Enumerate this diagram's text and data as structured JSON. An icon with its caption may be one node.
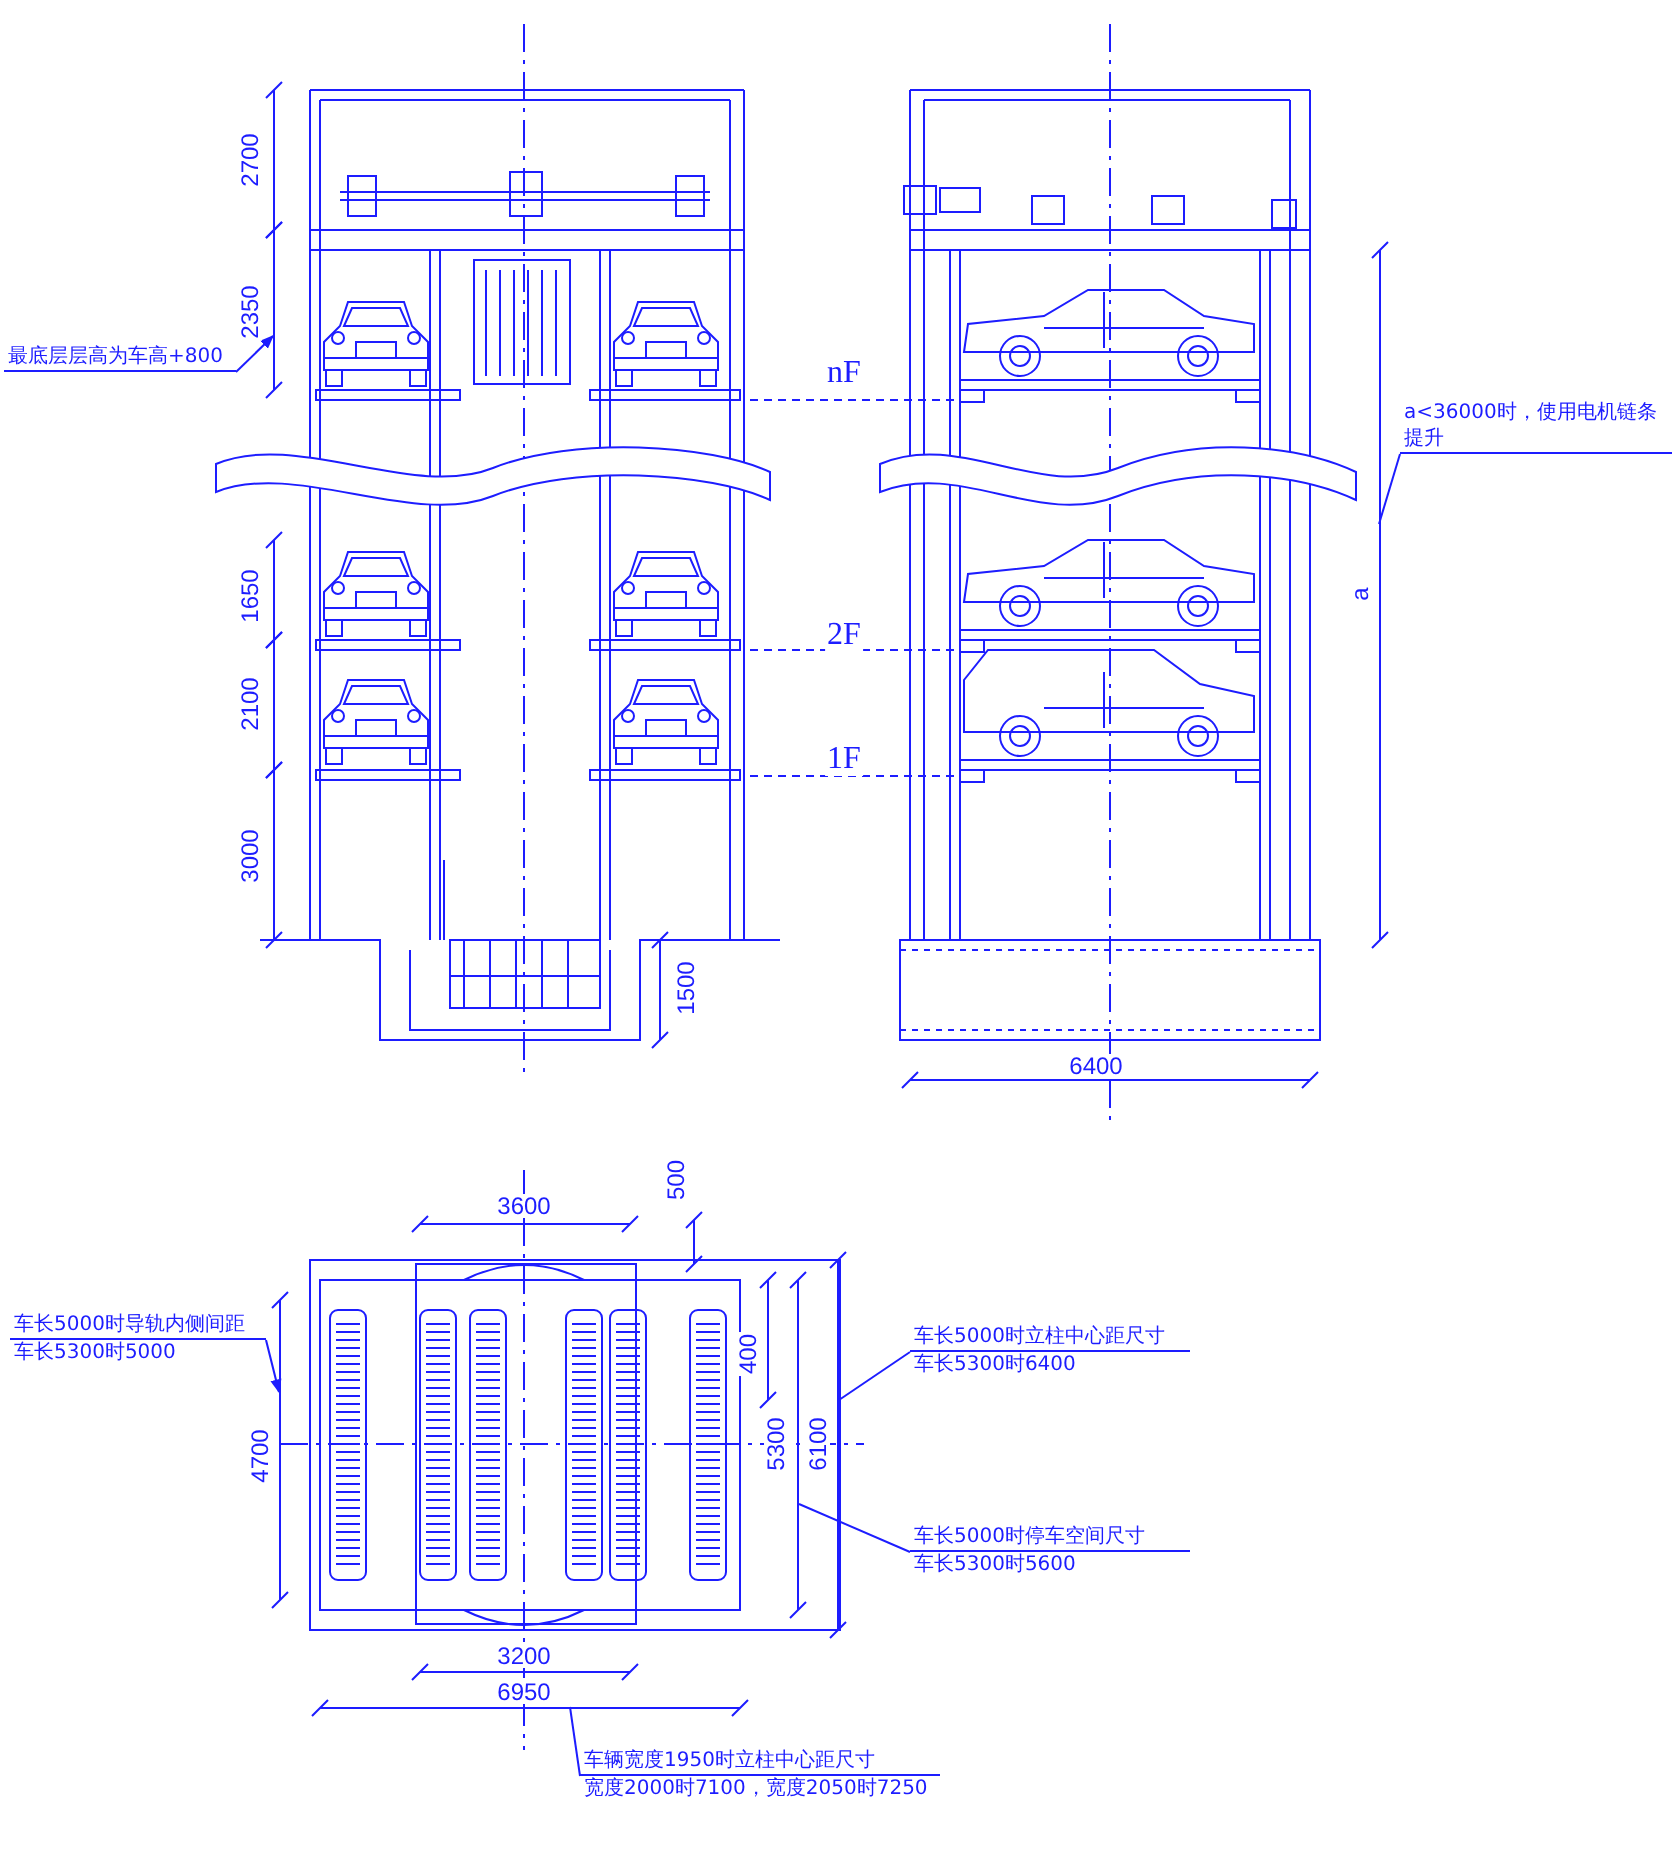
{
  "diagram": {
    "nodes": [
      {
        "text": [
          "最底层层高为车高+800"
        ]
      },
      {
        "text": [
          "a<36000时，使用电机链条提升"
        ]
      },
      {
        "text": [
          "车长5000时导轨内侧间距",
          "车长5300时5000"
        ]
      },
      {
        "text": [
          "车长5000时立柱中心距尺寸",
          "车长5300时6400"
        ]
      },
      {
        "text": [
          "车长5000时停车空间尺寸",
          "车长5300时5600"
        ]
      },
      {
        "text": [
          "车辆宽度1950时立柱中心距尺寸",
          "宽度2000时7100，宽度2050时7250"
        ]
      },
      {
        "text": [],
        "shape": "line",
        "beside": [
          "2350"
        ]
      },
      {
        "text": [],
        "shape": "line",
        "beside": [
          "a"
        ]
      },
      {
        "text": [],
        "shape": "line",
        "beside": [
          "4700"
        ]
      },
      {
        "text": [],
        "shape": "line",
        "beside": [
          "6100"
        ]
      },
      {
        "text": [],
        "shape": "line",
        "beside": [
          "5300"
        ]
      },
      {
        "text": [],
        "shape": "line",
        "beside": [
          "6950"
        ]
      }
    ],
    "edges": [
      {
        "from": 0,
        "to": 6,
        "arrow": "to"
      },
      {
        "from": 1,
        "to": 7,
        "arrow": "none"
      },
      {
        "from": 2,
        "to": 8,
        "arrow": "to"
      },
      {
        "from": 3,
        "to": 9,
        "arrow": "none"
      },
      {
        "from": 4,
        "to": 10,
        "arrow": "none"
      },
      {
        "from": 5,
        "to": 11,
        "arrow": "none"
      }
    ],
    "labels": [
      "2700",
      "nF",
      "1650",
      "2100",
      "2F",
      "1F",
      "3000",
      "1500",
      "6400",
      "3600",
      "500",
      "400",
      "3200"
    ]
  }
}
